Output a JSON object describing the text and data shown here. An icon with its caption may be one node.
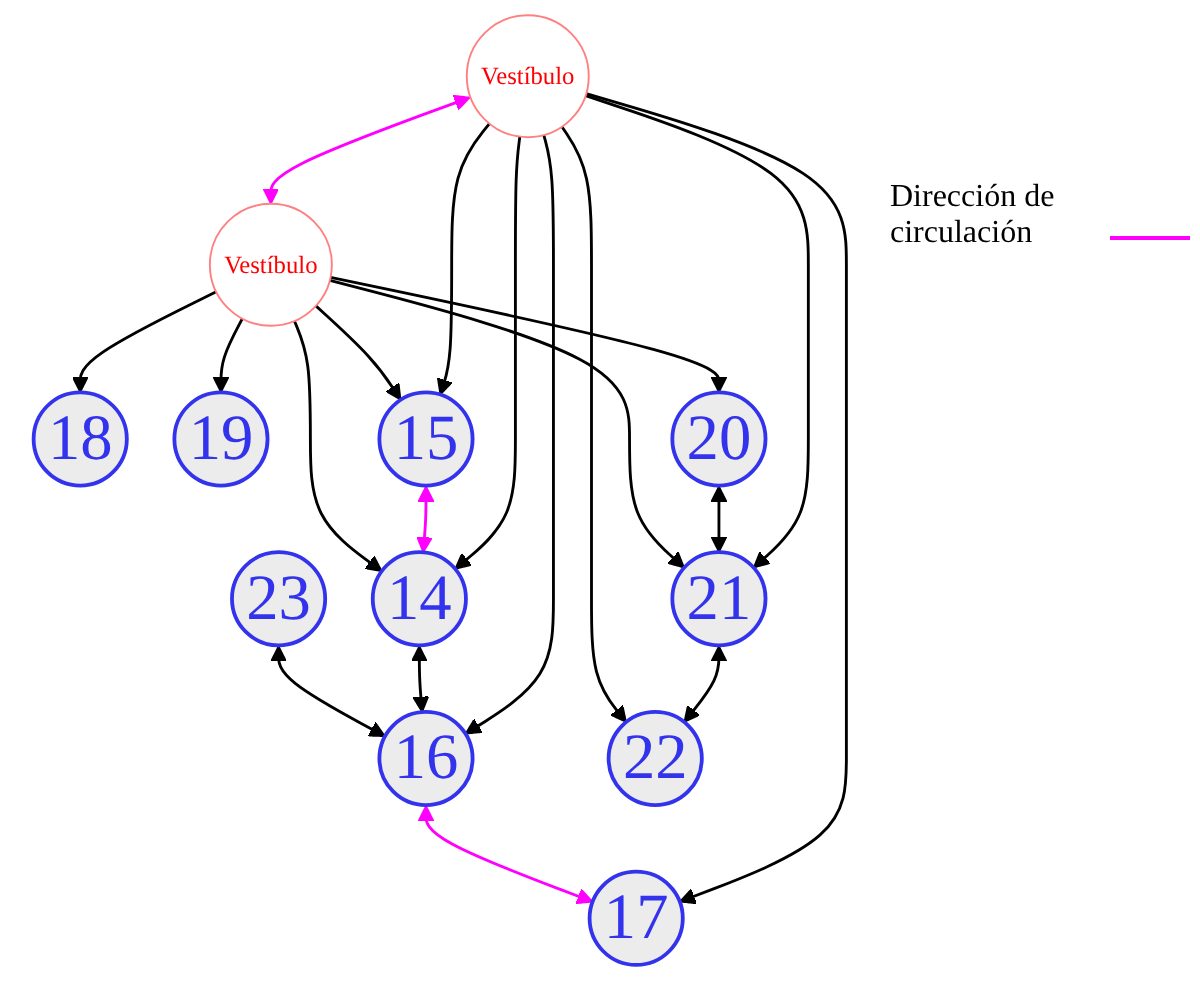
{
  "diagram": {
    "nodes": [
      {
        "text": [
          "18"
        ]
      },
      {
        "text": [
          "23"
        ]
      },
      {
        "text": [
          "19"
        ]
      },
      {
        "text": [
          "14"
        ]
      },
      {
        "text": [
          "Vestíbulo"
        ]
      },
      {
        "text": [
          "15"
        ]
      },
      {
        "text": [
          "16"
        ]
      },
      {
        "text": [
          "20"
        ]
      },
      {
        "text": [
          "21"
        ]
      },
      {
        "text": [
          "Vestíbulo"
        ]
      },
      {
        "text": [
          "17"
        ]
      },
      {
        "text": [
          "22"
        ]
      }
    ],
    "edges": [
      {
        "from": 4,
        "to": 0,
        "arrow": "to"
      },
      {
        "from": 4,
        "to": 2,
        "arrow": "to"
      },
      {
        "from": 4,
        "to": 3,
        "arrow": "to"
      },
      {
        "from": 4,
        "to": 5,
        "arrow": "to"
      },
      {
        "from": 4,
        "to": 7,
        "arrow": "to"
      },
      {
        "from": 4,
        "to": 8,
        "arrow": "to"
      },
      {
        "from": 1,
        "to": 6,
        "arrow": "both"
      },
      {
        "from": 3,
        "to": 6,
        "arrow": "both"
      },
      {
        "from": 5,
        "to": 3,
        "arrow": "both",
        "color": "#ff00ff"
      },
      {
        "from": 9,
        "to": 4,
        "arrow": "both",
        "color": "#ff00ff"
      },
      {
        "from": 9,
        "to": 3,
        "arrow": "to"
      },
      {
        "from": 9,
        "to": 5,
        "arrow": "to"
      },
      {
        "from": 9,
        "to": 6,
        "arrow": "to"
      },
      {
        "from": 6,
        "to": 10,
        "arrow": "both",
        "color": "#ff00ff"
      },
      {
        "from": 7,
        "to": 8,
        "arrow": "both"
      },
      {
        "from": 9,
        "to": 8,
        "arrow": "to"
      },
      {
        "from": 9,
        "to": 10,
        "arrow": "to"
      },
      {
        "from": 9,
        "to": 11,
        "arrow": "to"
      },
      {
        "from": 8,
        "to": 11,
        "arrow": "both"
      }
    ],
    "legend": [
      {
        "text": "Dirección de circulación"
      }
    ]
  }
}
